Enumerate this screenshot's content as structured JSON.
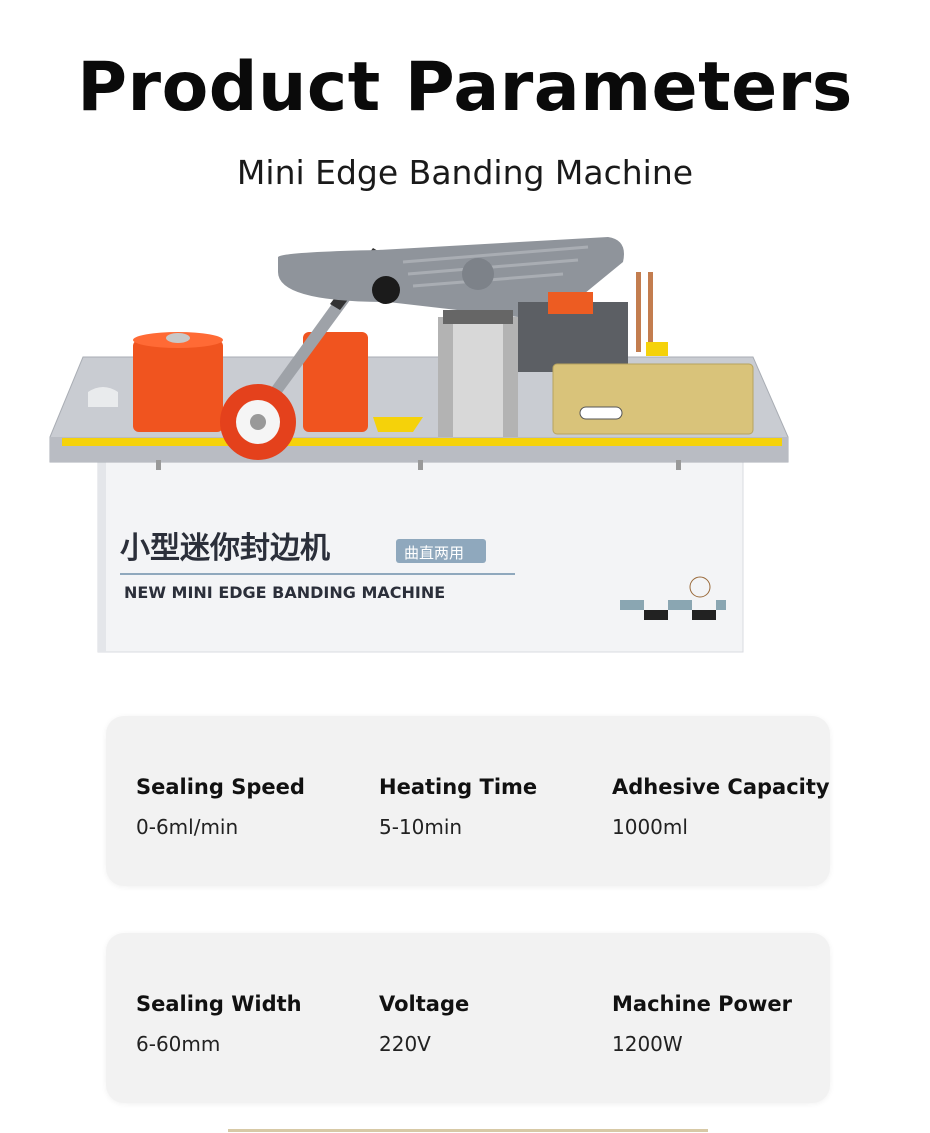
{
  "header": {
    "title": "Product Parameters",
    "subtitle": "Mini Edge Banding Machine"
  },
  "product_image": {
    "label_cn": "小型迷你封边机",
    "badge_cn": "曲直两用",
    "label_en": "NEW MINI EDGE BANDING MACHINE"
  },
  "specs": [
    [
      {
        "label": "Sealing Speed",
        "value": "0-6ml/min"
      },
      {
        "label": "Heating Time",
        "value": "5-10min"
      },
      {
        "label": "Adhesive Capacity",
        "value": "1000ml"
      }
    ],
    [
      {
        "label": "Sealing Width",
        "value": "6-60mm"
      },
      {
        "label": "Voltage",
        "value": "220V"
      },
      {
        "label": "Machine Power",
        "value": "1200W"
      }
    ]
  ],
  "colors": {
    "accent_orange": "#f0541f",
    "accent_yellow": "#f5d20a",
    "card_bg": "#f2f2f2"
  }
}
